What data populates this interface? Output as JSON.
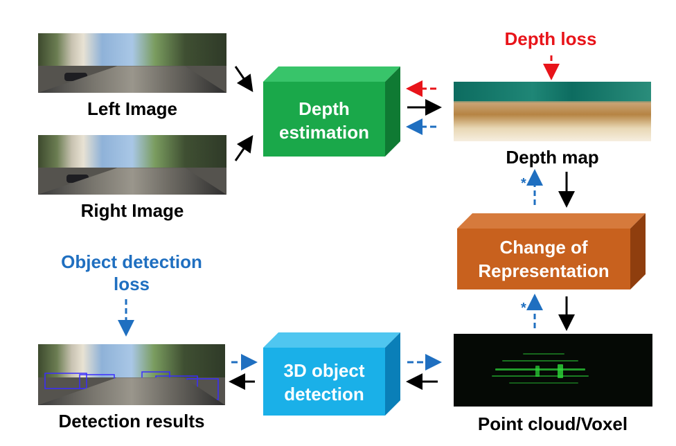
{
  "images": {
    "left_label": "Left Image",
    "right_label": "Right Image",
    "depth_map_label": "Depth map",
    "point_cloud_label": "Point cloud/Voxel",
    "detection_label": "Detection results"
  },
  "blocks": {
    "depth_estimation": {
      "line1": "Depth",
      "line2": "estimation",
      "color": "#1aa84a"
    },
    "change_of_representation": {
      "line1": "Change of",
      "line2": "Representation",
      "color": "#c8611e"
    },
    "object_detection_3d": {
      "line1": "3D object",
      "line2": "detection",
      "color": "#1ab0e8"
    }
  },
  "losses": {
    "depth_loss": {
      "text": "Depth loss",
      "color": "#e8141a"
    },
    "object_detection_loss": {
      "line1": "Object detection",
      "line2": "loss",
      "color": "#1f6fc0"
    }
  },
  "annotations": {
    "star_upper": "*",
    "star_lower": "*"
  },
  "colors": {
    "forward_arrow": "#000000",
    "depth_gradient_arrow": "#e8141a",
    "detection_gradient_arrow": "#1f6fc0"
  }
}
